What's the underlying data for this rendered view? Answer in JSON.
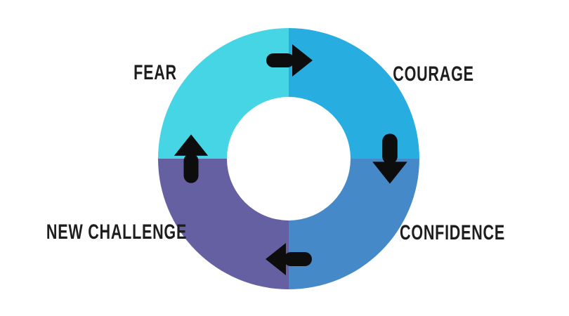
{
  "diagram": {
    "type": "cycle-donut",
    "background_color": "#ffffff",
    "label_color": "#1e1e1e",
    "arrow_color": "#0d0d0d",
    "segments": [
      {
        "label": "FEAR",
        "position": "top-left",
        "color": "#46d5e4"
      },
      {
        "label": "COURAGE",
        "position": "top-right",
        "color": "#27ade0"
      },
      {
        "label": "CONFIDENCE",
        "position": "bottom-right",
        "color": "#4689c8"
      },
      {
        "label": "NEW CHALLENGE",
        "position": "bottom-left",
        "color": "#6560a2"
      }
    ],
    "arrows": [
      {
        "name": "top-arrow",
        "direction": "right",
        "from": "FEAR",
        "to": "COURAGE"
      },
      {
        "name": "right-arrow",
        "direction": "down",
        "from": "COURAGE",
        "to": "CONFIDENCE"
      },
      {
        "name": "bottom-arrow",
        "direction": "left",
        "from": "CONFIDENCE",
        "to": "NEW CHALLENGE"
      },
      {
        "name": "left-arrow",
        "direction": "up",
        "from": "NEW CHALLENGE",
        "to": "FEAR"
      }
    ]
  }
}
